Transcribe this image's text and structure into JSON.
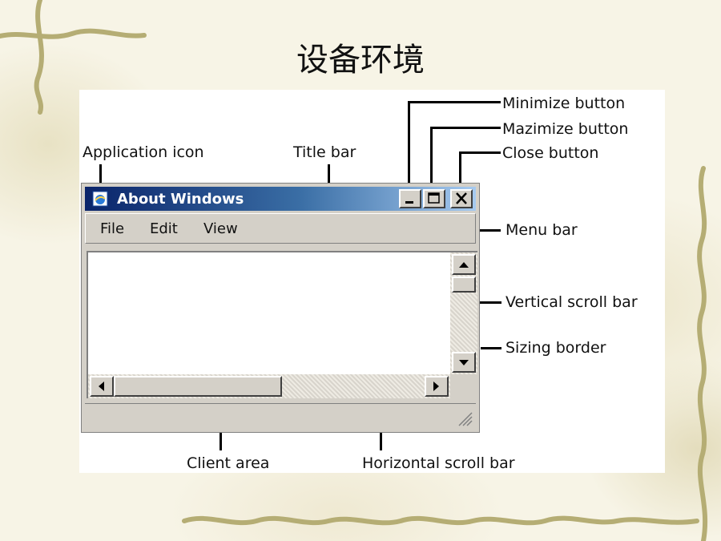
{
  "slide": {
    "title": "设备环境"
  },
  "window": {
    "title": "About Windows",
    "menu": [
      "File",
      "Edit",
      "View"
    ]
  },
  "callouts": {
    "minimize": "Minimize button",
    "maximize": "Mazimize button",
    "close": "Close button",
    "app_icon": "Application icon",
    "title_bar": "Title bar",
    "menu_bar": "Menu bar",
    "vscroll": "Vertical scroll bar",
    "sizing": "Sizing border",
    "client": "Client area",
    "hscroll": "Horizontal scroll bar"
  },
  "icons": [
    "app-icon",
    "minimize-icon",
    "maximize-icon",
    "close-icon",
    "up-arrow-icon",
    "down-arrow-icon",
    "left-arrow-icon",
    "right-arrow-icon",
    "size-grip-icon"
  ]
}
